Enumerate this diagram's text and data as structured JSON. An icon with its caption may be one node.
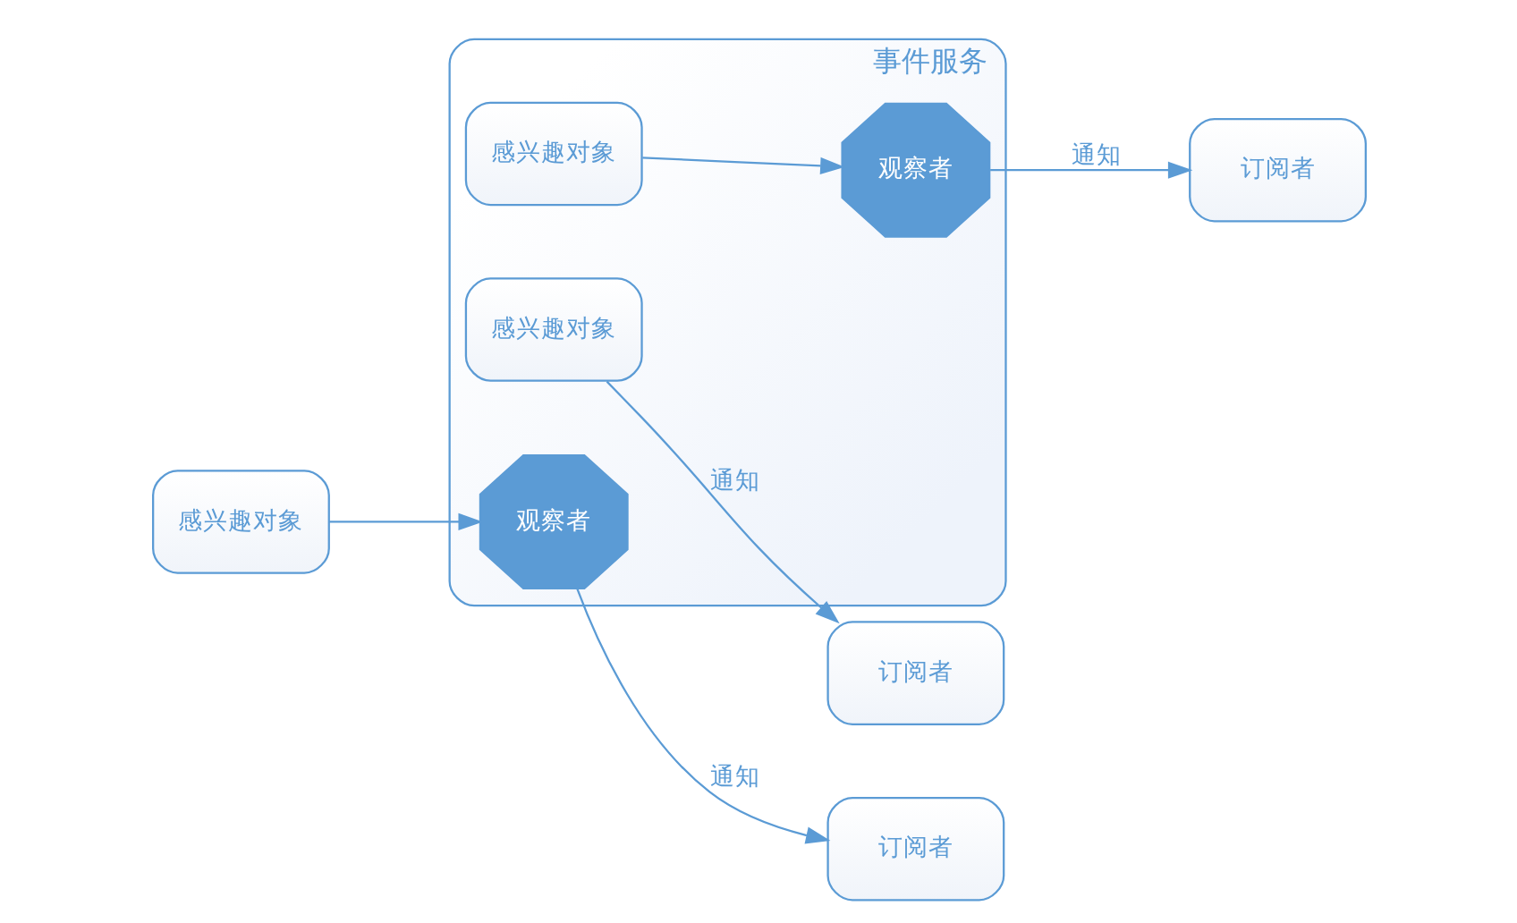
{
  "diagram": {
    "nodes": [
      {
        "text": [
          "事件服务"
        ]
      },
      {
        "text": [
          "感兴趣对象"
        ],
        "in": 0
      },
      {
        "text": [
          "订阅者"
        ]
      },
      {
        "text": [
          "感兴趣对象"
        ],
        "in": 0
      },
      {
        "text": [
          "观察者"
        ],
        "in": 0
      },
      {
        "text": [
          "订阅者"
        ]
      },
      {
        "text": [
          "感兴趣对象"
        ]
      },
      {
        "text": [
          "观察者"
        ],
        "in": 0
      },
      {
        "text": [
          "订阅者"
        ]
      }
    ],
    "edges": [
      {
        "from": 1,
        "to": 2,
        "arrow": "to",
        "label": "通知"
      },
      {
        "from": 3,
        "to": 4,
        "arrow": "to"
      },
      {
        "from": 4,
        "to": 5,
        "arrow": "to",
        "label": "通知"
      },
      {
        "from": 6,
        "to": 7,
        "arrow": "to"
      },
      {
        "from": 7,
        "to": 8,
        "arrow": "to",
        "label": "通知"
      }
    ]
  }
}
